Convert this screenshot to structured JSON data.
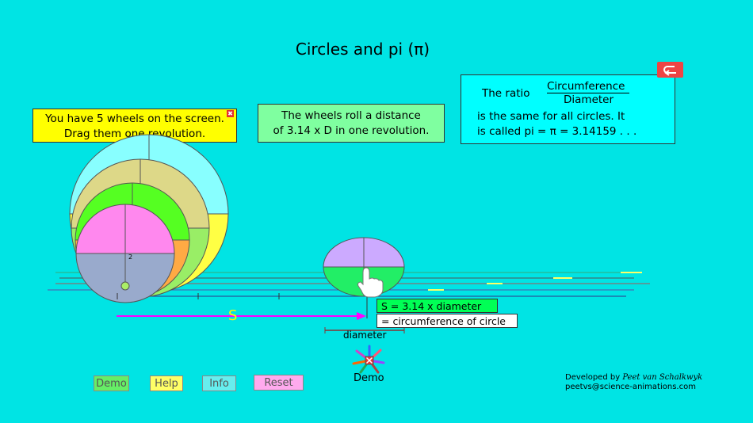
{
  "title": "Circles and pi (π)",
  "instruction": {
    "line1": "You have 5 wheels on the screen.",
    "line2": "Drag them one revolution.",
    "close_icon": "✖"
  },
  "roll_info": {
    "line1": "The wheels roll a distance",
    "line2": "of 3.14 x D in one revolution."
  },
  "ratio_info": {
    "label": "The ratio",
    "numerator": "Circumference",
    "denominator": "Diameter",
    "line1": "is the same for all circles. It",
    "line2": "is called pi = π  = 3.14159 . . ."
  },
  "back_icon": "undo-arrow-icon",
  "wheel_small_label": "2",
  "s_label": "S",
  "s_formula": "S = 3.14 x diameter",
  "circumference_label": "=  circumference of circle",
  "diameter_label": "diameter",
  "demo_label": "Demo",
  "buttons": {
    "demo": "Demo",
    "help": "Help",
    "info": "Info",
    "reset": "Reset"
  },
  "developer": {
    "prefix": "Developed by",
    "name": "Peet van Schalkwyk",
    "email": "peetvs@science-animations.com"
  },
  "colors": {
    "background": "#00e4e4",
    "instruction_box": "#ffff00",
    "roll_box": "#7fffa0",
    "ratio_box": "#00ffff",
    "s_arrow": "#ff00ff",
    "back_button": "#ee4444"
  }
}
